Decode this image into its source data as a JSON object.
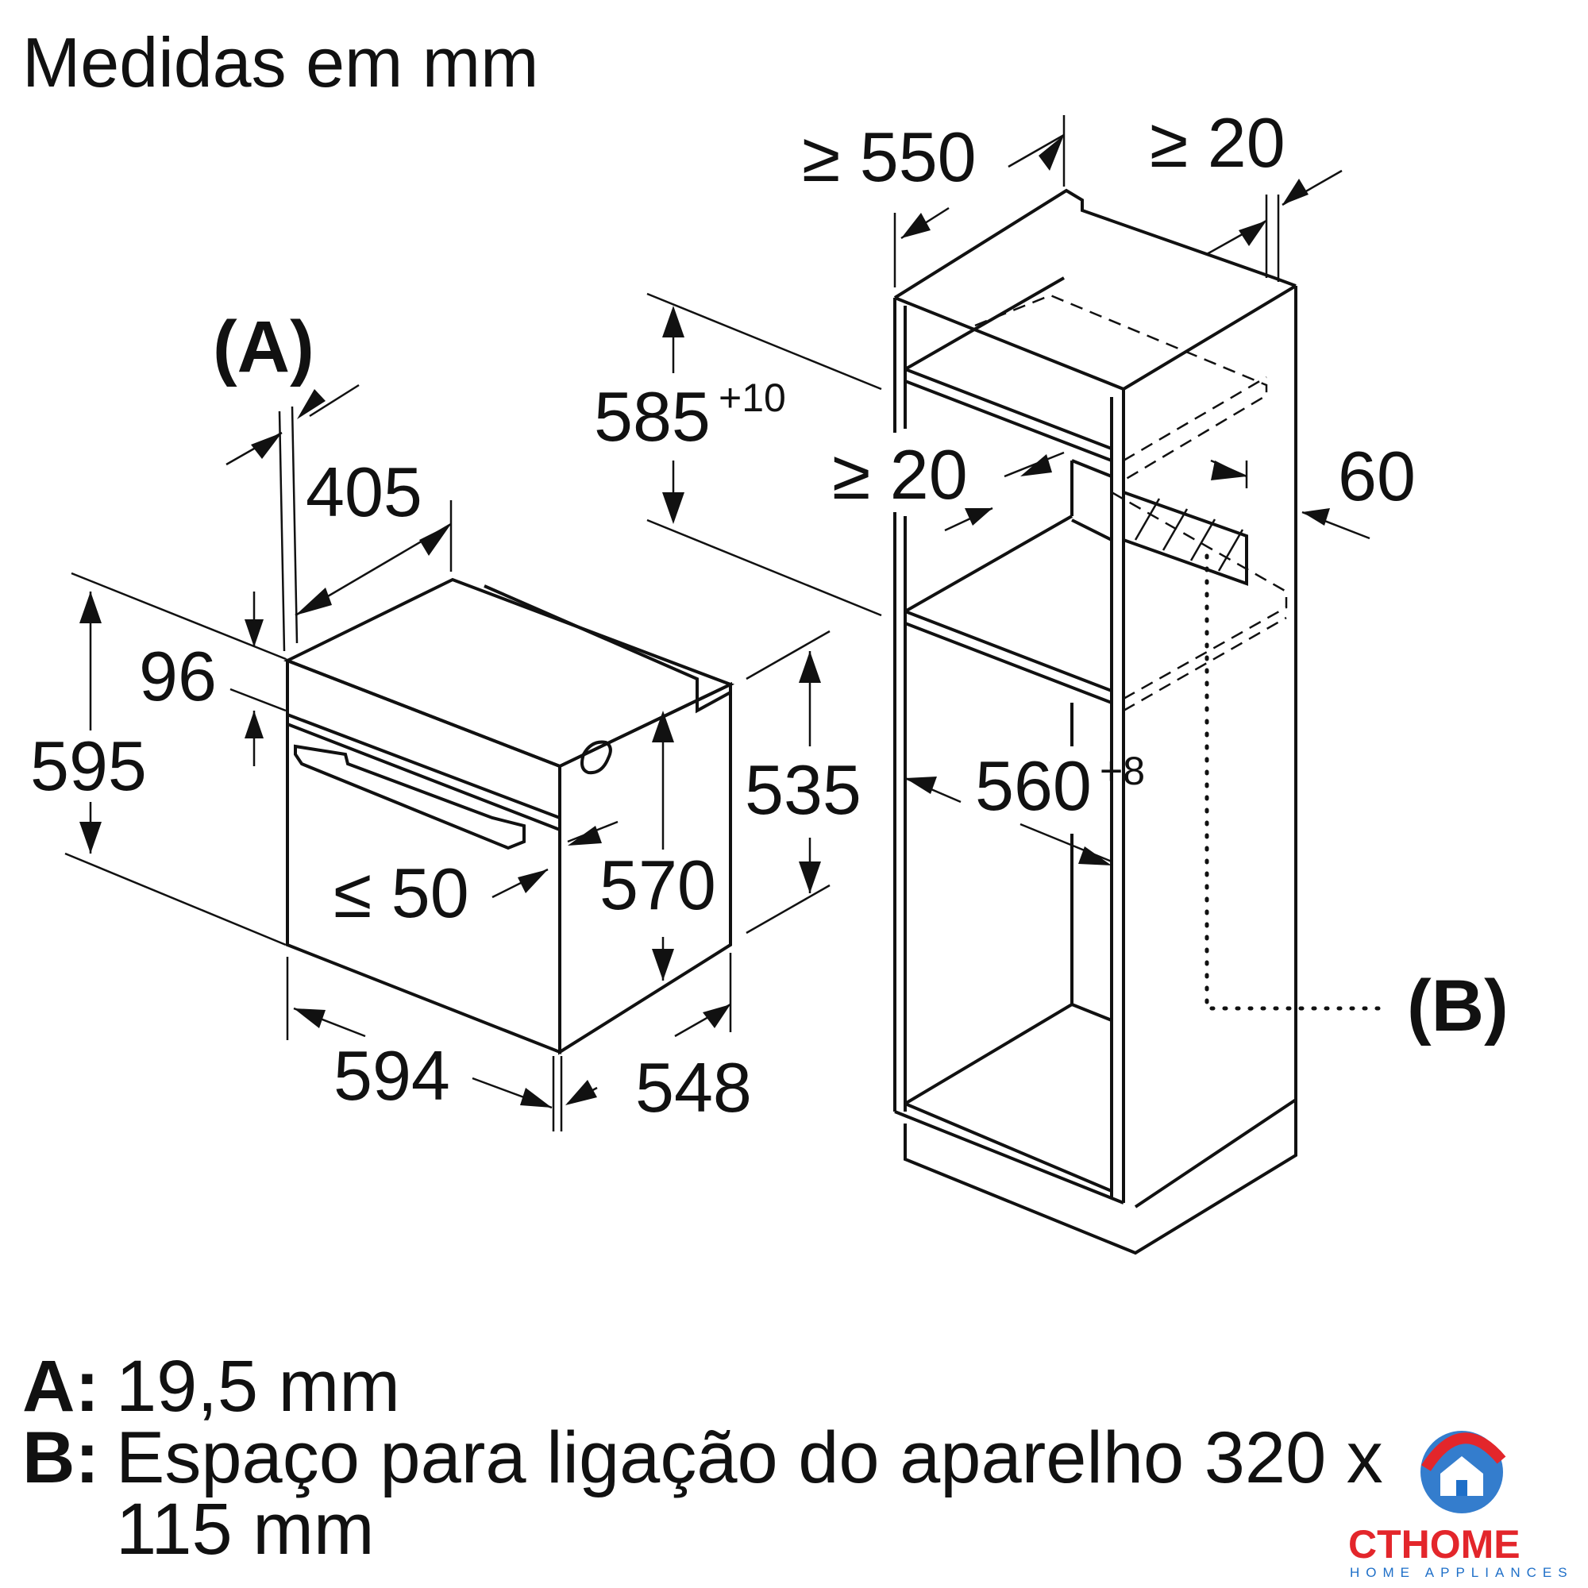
{
  "title": "Medidas em mm",
  "labels": {
    "a_marker": "(A)",
    "b_marker": "(B)",
    "oven_depth_total": "405",
    "oven_panel_height": "96",
    "oven_height": "595",
    "oven_width": "594",
    "oven_body_depth": "548",
    "oven_body_width": "535",
    "oven_body_height": "570",
    "oven_door_gap": "≤ 50",
    "niche_depth": "≥ 550",
    "rear_gap_top": "≥ 20",
    "rear_gap_mid": "≥ 20",
    "niche_height_main": "585",
    "niche_height_tol": "+10",
    "niche_width_main": "560",
    "niche_width_tol": "+8",
    "panel_thickness": "60"
  },
  "legend": [
    {
      "key": "A:",
      "text": "19,5 mm"
    },
    {
      "key": "B:",
      "text": "Espaço para ligação do aparelho 320 x",
      "text2": "115 mm"
    }
  ],
  "logo": {
    "brand": "CTHOME",
    "sub": "HOME APPLIANCES",
    "colors": {
      "red": "#e3262b",
      "blue": "#1e6fc8"
    }
  }
}
